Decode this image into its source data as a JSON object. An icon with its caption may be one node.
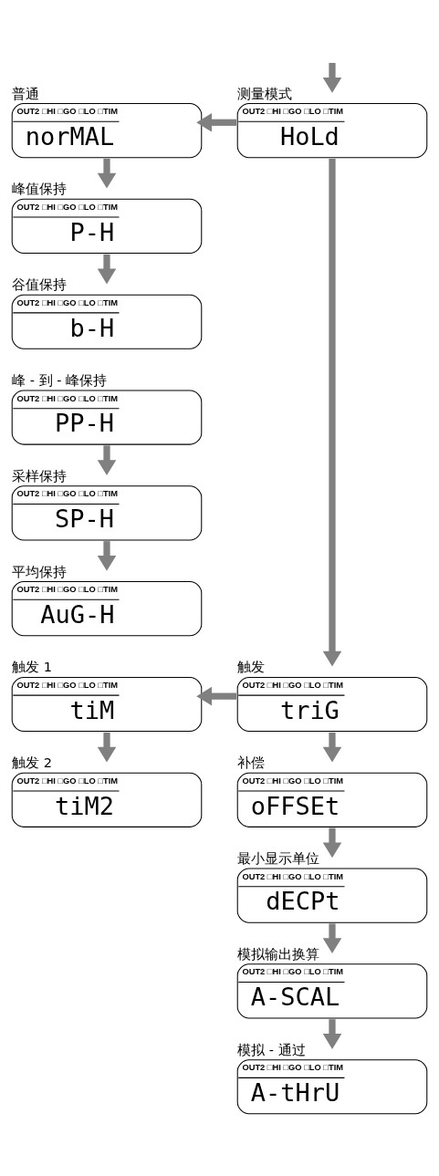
{
  "diagram": {
    "nodes": [
      {
        "text": [
          "测量模式",
          "OUT2 □HI □GO □LO □TIM",
          "HoLd"
        ]
      },
      {
        "text": [
          "普通",
          "OUT2 □HI □GO □LO □TIM",
          "norMAL"
        ]
      },
      {
        "text": [
          "峰值保持",
          "OUT2 □HI □GO □LO □TIM",
          "P-H"
        ]
      },
      {
        "text": [
          "谷值保持",
          "OUT2 □HI □GO □LO □TIM",
          "b-H"
        ]
      },
      {
        "text": [
          "峰 - 到 - 峰保持",
          "OUT2 □HI □GO □LO □TIM",
          "PP-H"
        ]
      },
      {
        "text": [
          "采样保持",
          "OUT2 □HI □GO □LO □TIM",
          "SP-H"
        ]
      },
      {
        "text": [
          "平均保持",
          "OUT2 □HI □GO □LO □TIM",
          "AuG-H"
        ]
      },
      {
        "text": [
          "触发",
          "OUT2 □HI □GO □LO □TIM",
          "triG"
        ]
      },
      {
        "text": [
          "触发 1",
          "OUT2 □HI □GO □LO □TIM",
          "tiM"
        ]
      },
      {
        "text": [
          "触发 2",
          "OUT2 □HI □GO □LO □TIM",
          "tiM2"
        ]
      },
      {
        "text": [
          "补偿",
          "OUT2 □HI □GO □LO □TIM",
          "oFFSEt"
        ]
      },
      {
        "text": [
          "最小显示单位",
          "OUT2 □HI □GO □LO □TIM",
          "dECPt"
        ]
      },
      {
        "text": [
          "模拟输出换算",
          "OUT2 □HI □GO □LO □TIM",
          "A-SCAL"
        ]
      },
      {
        "text": [
          "模拟 - 通过",
          "OUT2 □HI □GO □LO □TIM",
          "A-tHrU"
        ]
      }
    ],
    "edges": [
      {
        "from": null,
        "to": 0,
        "arrow": "to"
      },
      {
        "from": 0,
        "to": 1,
        "arrow": "to"
      },
      {
        "from": 1,
        "to": 2,
        "arrow": "to"
      },
      {
        "from": 2,
        "to": 3,
        "arrow": "to"
      },
      {
        "from": 4,
        "to": 5,
        "arrow": "to"
      },
      {
        "from": 5,
        "to": 6,
        "arrow": "to"
      },
      {
        "from": 0,
        "to": 7,
        "arrow": "to"
      },
      {
        "from": 7,
        "to": 8,
        "arrow": "to"
      },
      {
        "from": 8,
        "to": 9,
        "arrow": "to"
      },
      {
        "from": 7,
        "to": 10,
        "arrow": "to"
      },
      {
        "from": 10,
        "to": 11,
        "arrow": "to"
      },
      {
        "from": 11,
        "to": 12,
        "arrow": "to"
      },
      {
        "from": 12,
        "to": 13,
        "arrow": "to"
      }
    ]
  }
}
